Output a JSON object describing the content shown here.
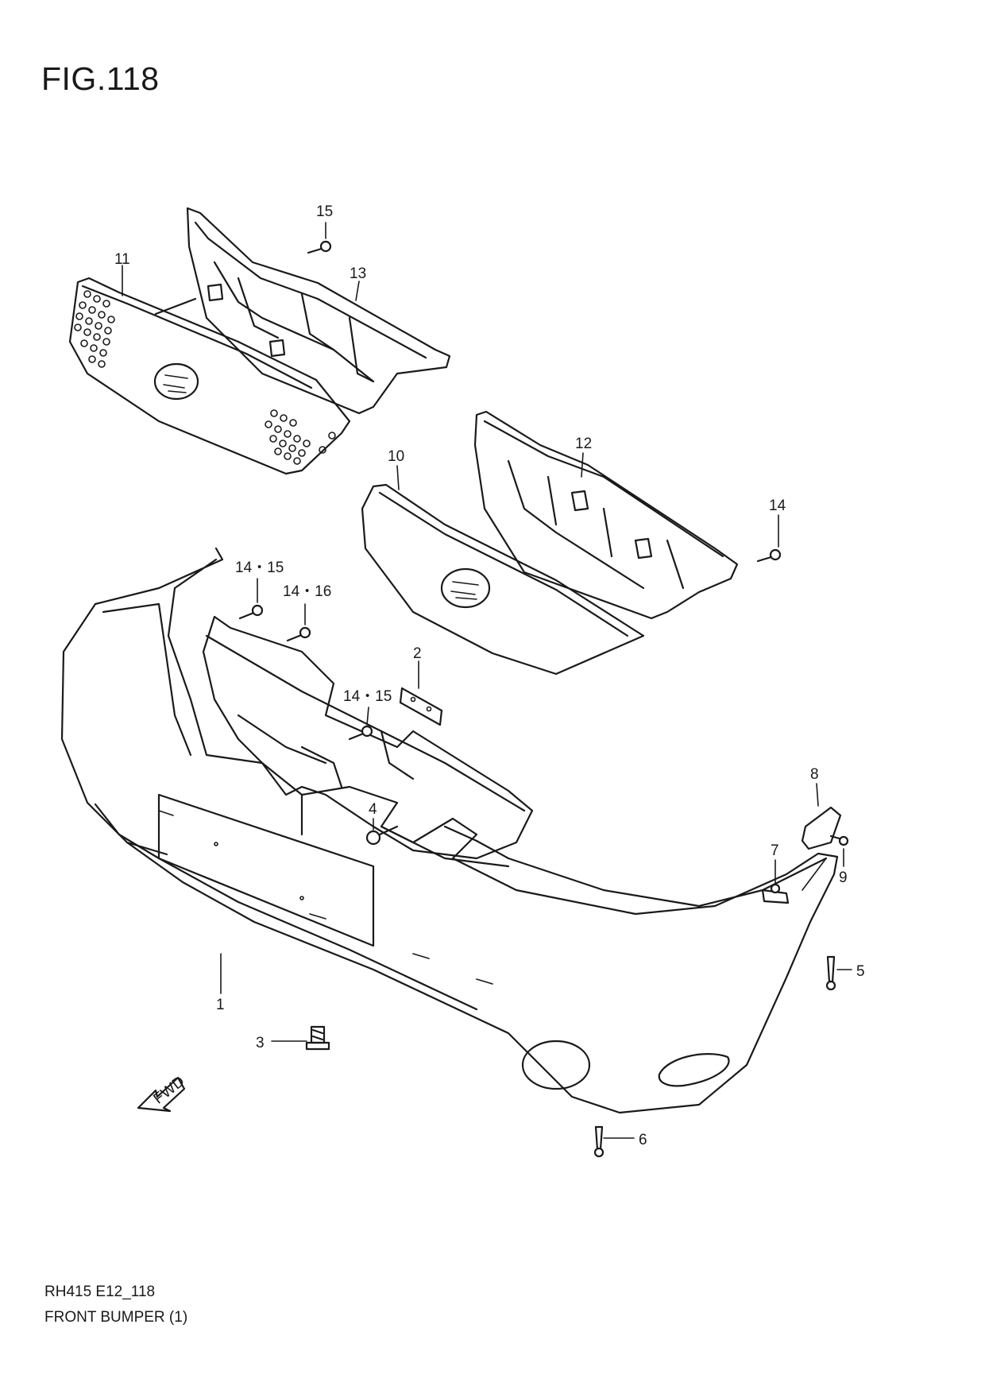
{
  "figure": {
    "title": "FIG.118"
  },
  "footer": {
    "code": "RH415 E12_118",
    "name": "FRONT BUMPER (1)"
  },
  "fwd_arrow": {
    "label": "FWD"
  },
  "callouts": {
    "c1": "1",
    "c2": "2",
    "c3": "3",
    "c4": "4",
    "c5": "5",
    "c6": "6",
    "c7": "7",
    "c8": "8",
    "c9": "9",
    "c10": "10",
    "c11": "11",
    "c12": "12",
    "c13": "13",
    "c14": "14",
    "c14_15_a": "14・15",
    "c14_16": "14・16",
    "c14_15_b": "14・15",
    "c15": "15"
  }
}
